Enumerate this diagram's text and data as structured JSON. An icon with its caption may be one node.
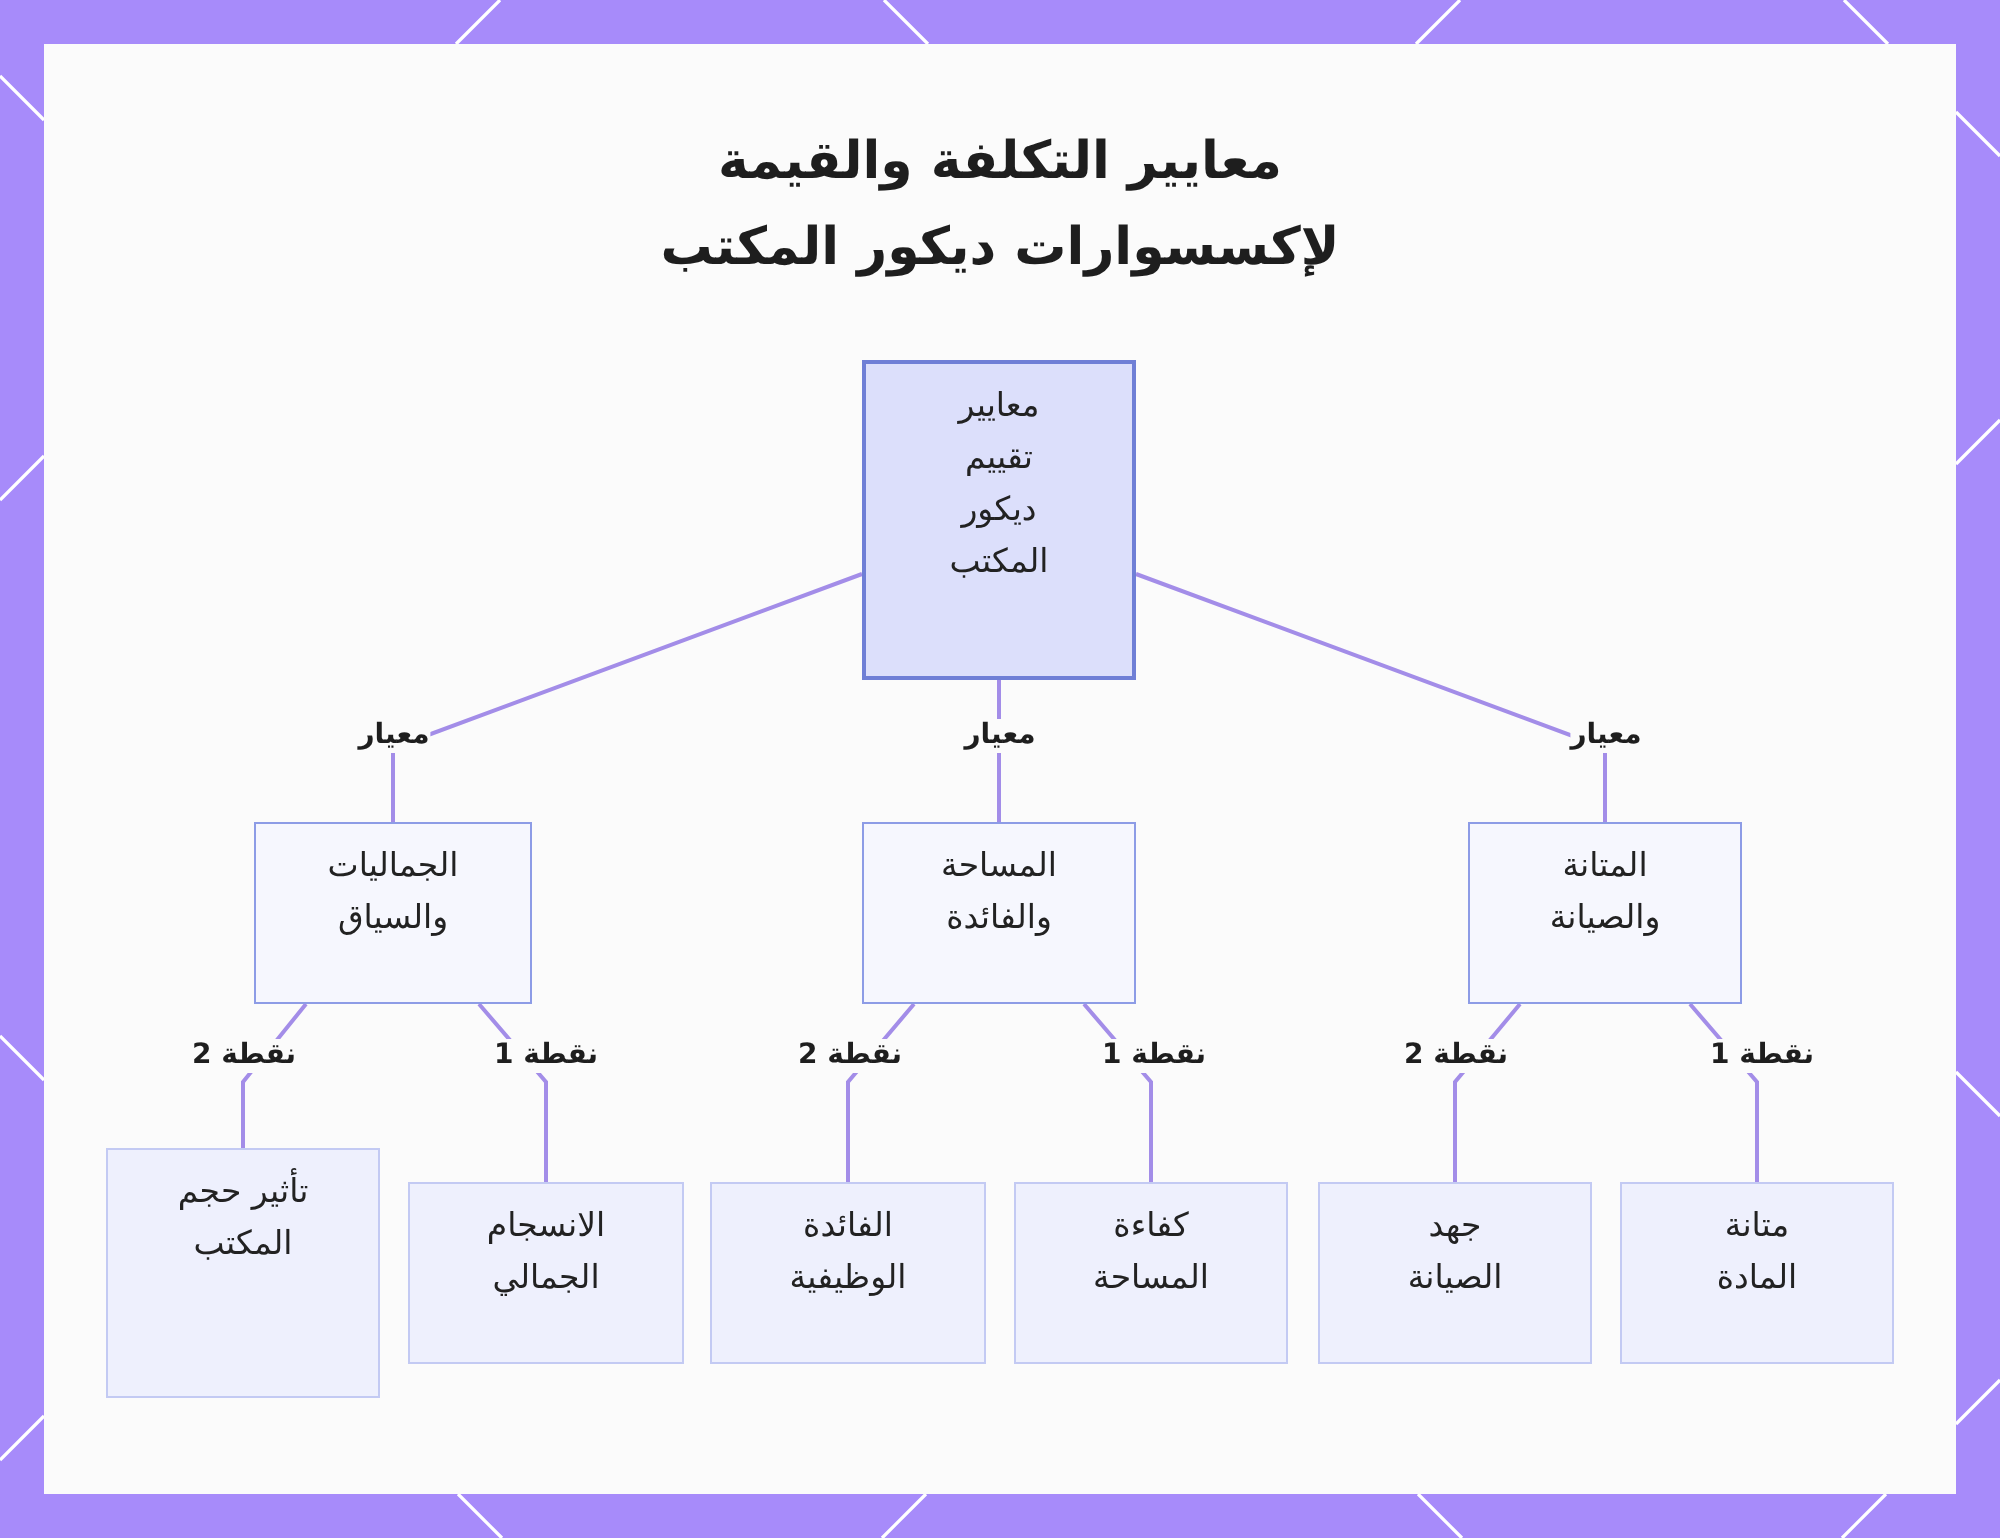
{
  "diagram": {
    "title": "معايير التكلفة والقيمة لإكسسوارات ديكور المكتب",
    "nodes": [
      {
        "text": [
          "معايير تقييم ديكور المكتب"
        ]
      },
      {
        "text": [
          "المتانة والصيانة"
        ]
      },
      {
        "text": [
          "المساحة والفائدة"
        ]
      },
      {
        "text": [
          "الجماليات والسياق"
        ]
      },
      {
        "text": [
          "متانة المادة"
        ]
      },
      {
        "text": [
          "جهد الصيانة"
        ]
      },
      {
        "text": [
          "كفاءة المساحة"
        ]
      },
      {
        "text": [
          "الفائدة الوظيفية"
        ]
      },
      {
        "text": [
          "الانسجام الجمالي"
        ]
      },
      {
        "text": [
          "تأثير حجم المكتب"
        ]
      }
    ],
    "edges": [
      {
        "from": 0,
        "to": 1,
        "arrow": "none",
        "label": "معيار"
      },
      {
        "from": 0,
        "to": 2,
        "arrow": "none",
        "label": "معيار"
      },
      {
        "from": 0,
        "to": 3,
        "arrow": "none",
        "label": "معيار"
      },
      {
        "from": 1,
        "to": 4,
        "arrow": "none",
        "label": "نقطة 1"
      },
      {
        "from": 1,
        "to": 5,
        "arrow": "none",
        "label": "نقطة 2"
      },
      {
        "from": 2,
        "to": 6,
        "arrow": "none",
        "label": "نقطة 1"
      },
      {
        "from": 2,
        "to": 7,
        "arrow": "none",
        "label": "نقطة 2"
      },
      {
        "from": 3,
        "to": 8,
        "arrow": "none",
        "label": "نقطة 1"
      },
      {
        "from": 3,
        "to": 9,
        "arrow": "none",
        "label": "نقطة 2"
      }
    ]
  }
}
